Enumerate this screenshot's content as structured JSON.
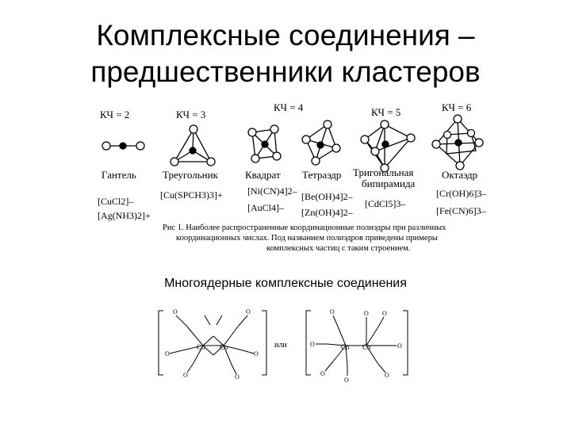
{
  "slide": {
    "title_line1": "Комплексные соединения –",
    "title_line2": "предшественники кластеров",
    "subtitle": "Многоядерные комплексные соединения"
  },
  "figure1": {
    "cn_labels": [
      "КЧ = 2",
      "КЧ = 3",
      "КЧ = 4",
      "КЧ = 5",
      "КЧ = 6"
    ],
    "shapes": {
      "dumbbell": "Гантель",
      "triangle": "Треугольник",
      "square": "Квадрат",
      "tetrahedron": "Тетраэдр",
      "bipyramid_line1": "Тригональная",
      "bipyramid_line2": "бипирамида",
      "octahedron": "Октаэдр"
    },
    "examples": {
      "cucl2": "[CuCl2]–",
      "ag_nh3": "[Ag(NH3)2]+",
      "cu_sph3": "[Cu(SPCH3)3]+",
      "ni_cn4": "[Ni(CN)4]2–",
      "aucl4": "[AuCl4]–",
      "be_oh4": "[Be(OH)4]2–",
      "zn_oh4": "[Zn(OH)4]2–",
      "cdcl5": "[CdCl5]3–",
      "cr_oh6": "[Cr(OH)6]3–",
      "fe_cn6": "[Fe(CN)6]3–"
    },
    "caption_line1": "Рис 1. Наиболее распространенные координационные полиэдры при различных",
    "caption_line2": "координационных числах. Под названием полиэдров приведены примеры",
    "caption_line3": "комплексных частиц с таким строением."
  },
  "figure2": {
    "or_label": "или",
    "metal1": "Co",
    "metal2": "Co",
    "ligand": "C",
    "oxygen": "O"
  }
}
